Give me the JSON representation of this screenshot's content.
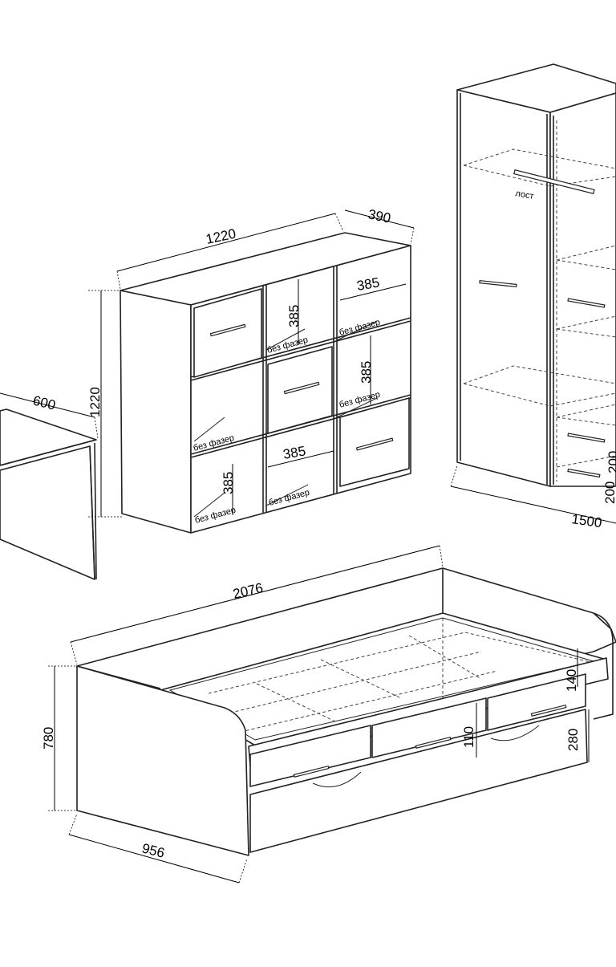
{
  "dimensions": {
    "shelf_width": "1220",
    "shelf_depth": "390",
    "shelf_height": "1220",
    "shelf_cell_385_top_v": "385",
    "shelf_cell_385_top_h": "385",
    "shelf_cell_385_mid_v": "385",
    "shelf_cell_385_bottom_h": "385",
    "shelf_cell_385_bottom_v": "385",
    "desk_depth": "600",
    "wardrobe_width": "1500",
    "wardrobe_side_1": "200",
    "wardrobe_side_2": "200",
    "bed_length": "2076",
    "bed_width": "956",
    "bed_height": "780",
    "bed_rail": "140",
    "bed_drawer": "110",
    "bed_base": "280"
  },
  "notes": {
    "no_back_1": "без фазер",
    "no_back_2": "без фазер",
    "no_back_3": "без фазер",
    "no_back_4": "без фазер",
    "no_back_5": "без фазер",
    "no_back_6": "без фазер",
    "rod": "лост"
  }
}
